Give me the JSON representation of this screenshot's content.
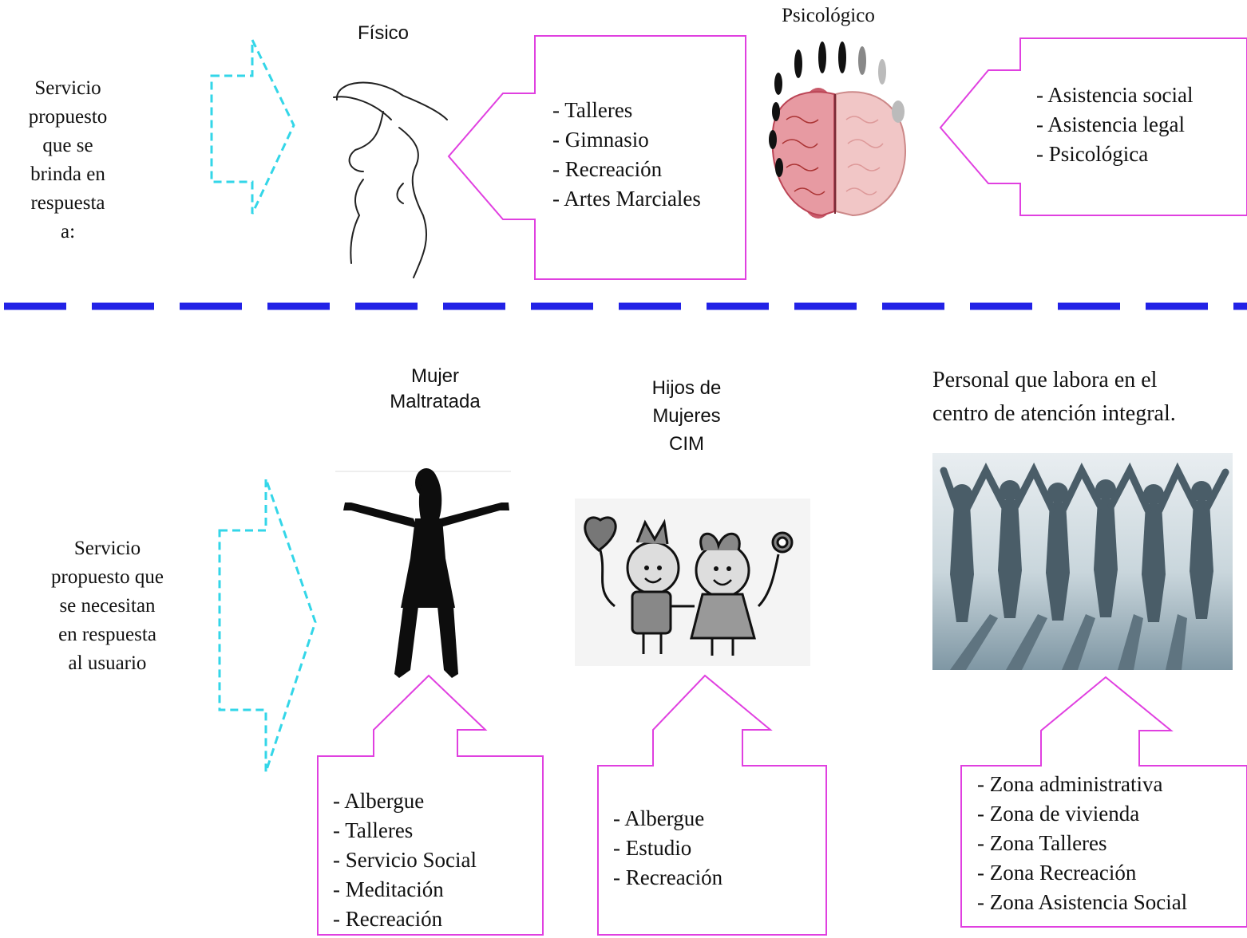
{
  "top": {
    "intro": [
      "Servicio",
      "propuesto",
      "que se",
      "brinda en",
      "respuesta",
      "a:"
    ],
    "fisico": {
      "title": "Físico",
      "items": [
        "- Talleres",
        "- Gimnasio",
        "- Recreación",
        "- Artes Marciales"
      ]
    },
    "psicologico": {
      "title": "Psicológico",
      "items": [
        "- Asistencia social",
        "- Asistencia legal",
        "- Psicológica"
      ]
    }
  },
  "bottom": {
    "intro": [
      "Servicio",
      "propuesto que",
      "se necesitan",
      "en respuesta",
      "al usuario"
    ],
    "mujer": {
      "title": [
        "Mujer",
        "Maltratada"
      ],
      "items": [
        "-  Albergue",
        "- Talleres",
        "- Servicio Social",
        "- Meditación",
        "- Recreación"
      ]
    },
    "hijos": {
      "title": [
        "Hijos de",
        "Mujeres",
        "CIM"
      ],
      "items": [
        "- Albergue",
        "- Estudio",
        "- Recreación"
      ]
    },
    "personal": {
      "title": [
        "Personal que labora en el",
        "centro de atención integral."
      ],
      "items": [
        "- Zona administrativa",
        "- Zona de vivienda",
        "- Zona Talleres",
        "- Zona Recreación",
        "- Zona Asistencia Social"
      ]
    }
  },
  "colors": {
    "magenta": "#e040e0",
    "cyan": "#33d6e8",
    "blue_divider": "#2222e6"
  }
}
